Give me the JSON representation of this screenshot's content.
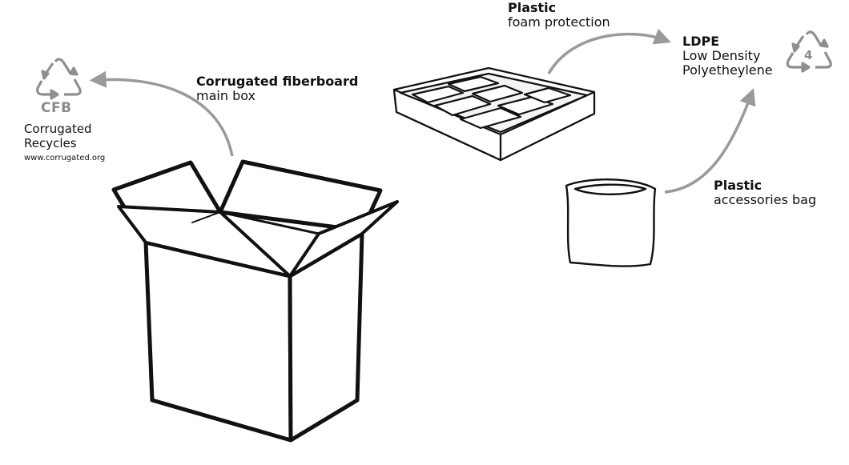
{
  "colors": {
    "outline": "#111111",
    "arrow": "#9a9a9a",
    "symbol": "#8f8f8f",
    "background": "#ffffff"
  },
  "cfb_symbol": {
    "icon": "recycle-triangle-icon",
    "code": "CFB",
    "line1": "Corrugated",
    "line2": "Recycles",
    "url": "www.corrugated.org"
  },
  "ldpe_symbol": {
    "icon": "recycle-triangle-icon",
    "number": "4"
  },
  "labels": {
    "box": {
      "title": "Corrugated fiberboard",
      "subtitle": "main box"
    },
    "foam": {
      "title": "Plastic",
      "subtitle": "foam protection"
    },
    "ldpe": {
      "title": "LDPE",
      "line1": "Low Density",
      "line2": "Polyetheylene"
    },
    "bag": {
      "title": "Plastic",
      "subtitle": "accessories bag"
    }
  },
  "illustrations": [
    "open-cardboard-box",
    "foam-tray",
    "plastic-bag"
  ]
}
